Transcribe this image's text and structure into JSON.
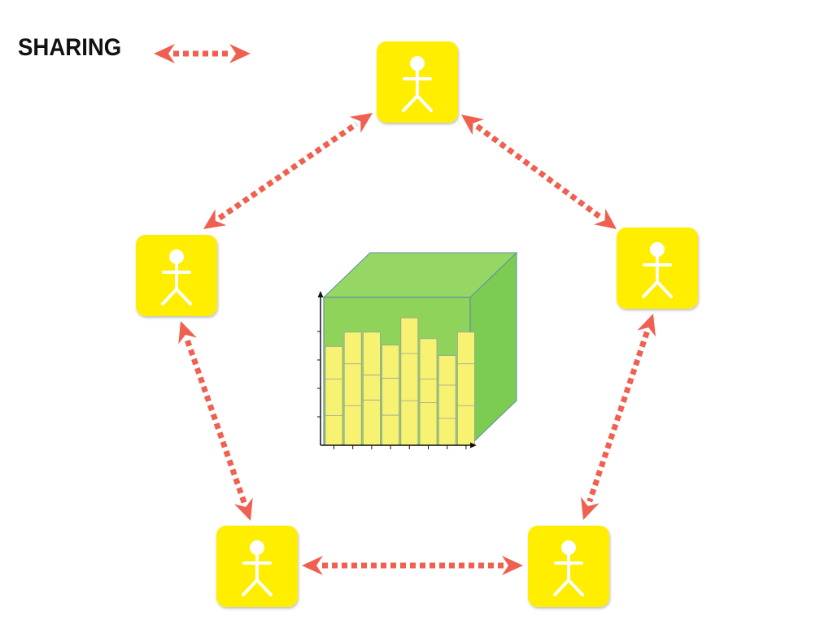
{
  "legend": {
    "label": "SHARING",
    "arrow_icon": "dotted-double-arrow-icon"
  },
  "participants": [
    {
      "id": "top",
      "icon": "stick-figure-icon"
    },
    {
      "id": "right",
      "icon": "stick-figure-icon"
    },
    {
      "id": "bottom-right",
      "icon": "stick-figure-icon"
    },
    {
      "id": "bottom-left",
      "icon": "stick-figure-icon"
    },
    {
      "id": "left",
      "icon": "stick-figure-icon"
    }
  ],
  "links": [
    {
      "from": "top",
      "to": "right"
    },
    {
      "from": "right",
      "to": "bottom-right"
    },
    {
      "from": "bottom-right",
      "to": "bottom-left"
    },
    {
      "from": "bottom-left",
      "to": "left"
    },
    {
      "from": "left",
      "to": "top"
    }
  ],
  "center": {
    "icon": "data-cube-bar-chart-icon",
    "bar_levels": [
      0.76,
      0.87,
      0.87,
      0.77,
      0.98,
      0.82,
      0.69,
      0.87
    ]
  },
  "colors": {
    "node_fill": "#ffee00",
    "arrow": "#f06050",
    "cube_front": "#8fd35a",
    "cube_side": "#7ccc52",
    "cube_top": "#96d664",
    "bar": "#f7f271",
    "figure": "#ffffff"
  }
}
